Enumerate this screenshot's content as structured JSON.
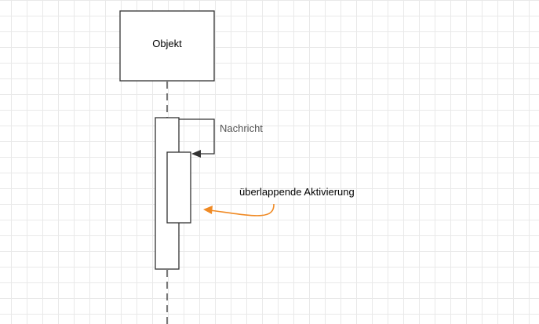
{
  "diagram": {
    "object_label": "Objekt",
    "message_label": "Nachricht",
    "annotation_label": "überlappende Aktivierung"
  },
  "colors": {
    "line": "#333333",
    "annotation_arrow": "#f08a24",
    "grid": "#e9e9e9"
  }
}
